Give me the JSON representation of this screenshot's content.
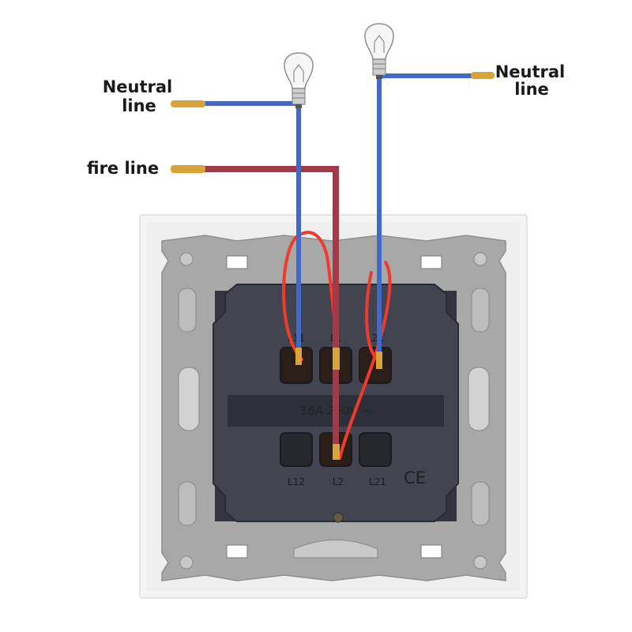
{
  "labels": {
    "neutral_left": [
      "Neutral",
      "line"
    ],
    "neutral_right": [
      "Neutral",
      "line"
    ],
    "fire": "fire line"
  },
  "switch": {
    "rating": "16A 250V ~",
    "mark": "CE",
    "terminals_top": [
      "L11",
      "L1",
      "L22"
    ],
    "terminals_bottom": [
      "L12",
      "L2",
      "L21"
    ]
  },
  "colors": {
    "neutral_wire": "#4169c8",
    "fire_wire": "#a33a4a",
    "jumper_wire": "#f03a2e",
    "mechanism": "#3d4049",
    "frame": "#a9a9a9"
  }
}
